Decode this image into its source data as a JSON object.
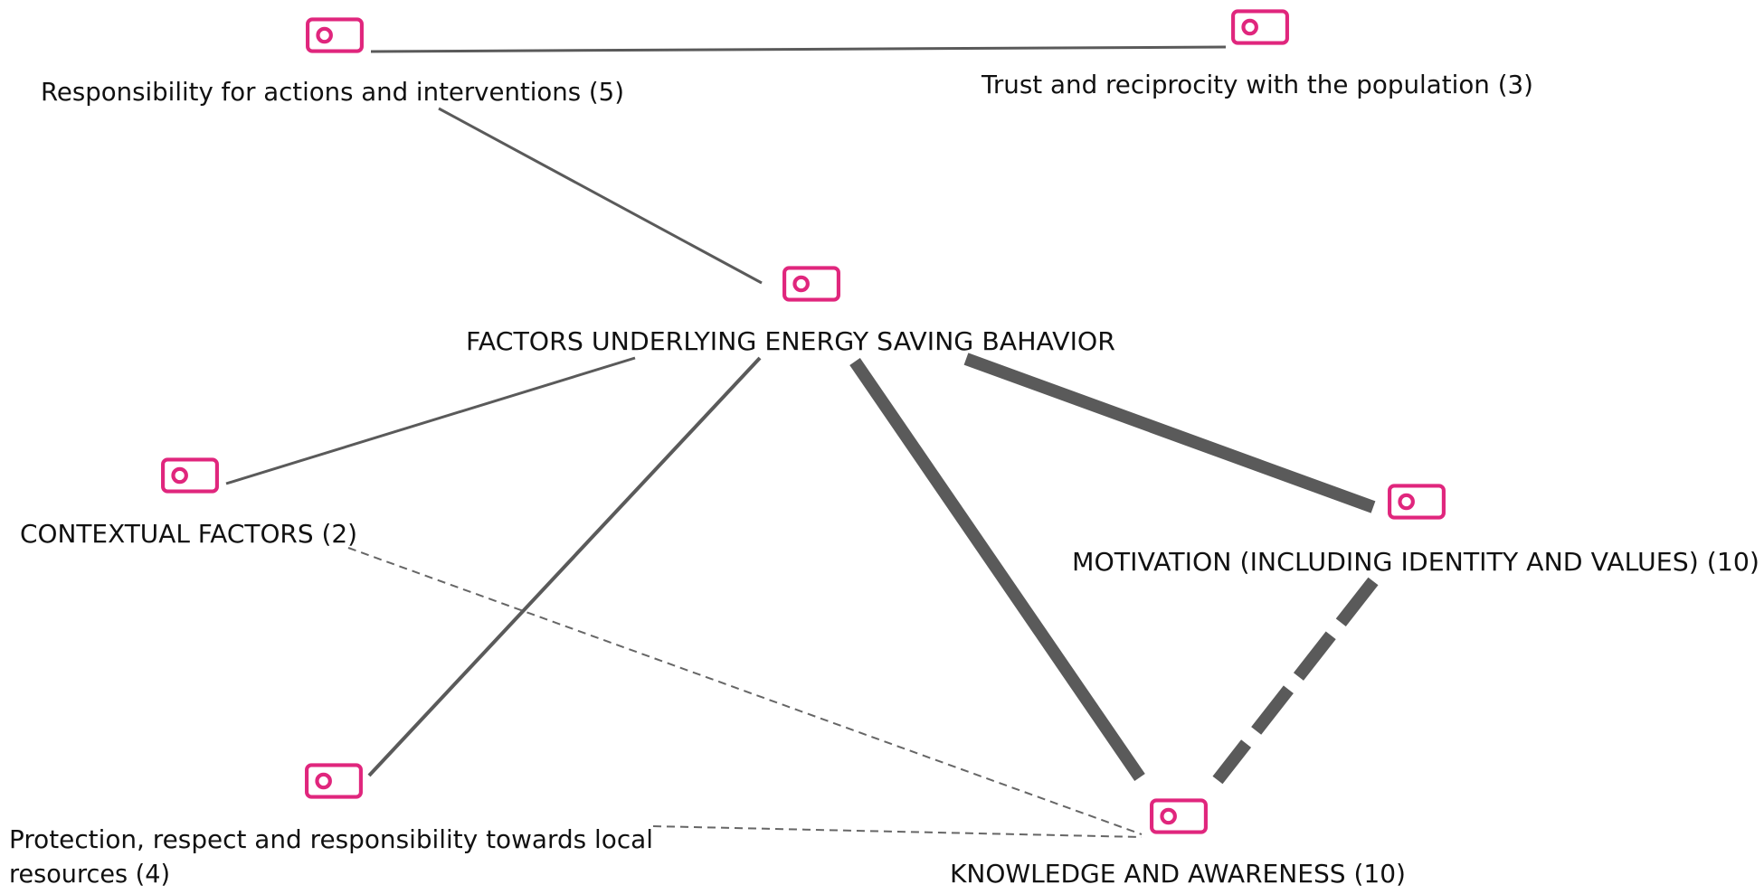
{
  "diagram": {
    "nodes": {
      "responsibility": {
        "label": "Responsibility for actions and interventions (5)",
        "icon": "code-tag-icon"
      },
      "trust": {
        "label": "Trust and reciprocity with the population (3)",
        "icon": "code-tag-icon"
      },
      "factors": {
        "label": "FACTORS UNDERLYING ENERGY SAVING BAHAVIOR",
        "icon": "code-tag-icon"
      },
      "contextual": {
        "label": "CONTEXTUAL FACTORS (2)",
        "icon": "code-tag-icon"
      },
      "motivation": {
        "label": "MOTIVATION (INCLUDING IDENTITY AND VALUES) (10)",
        "icon": "code-tag-icon"
      },
      "protection": {
        "label_line1": "Protection, respect and responsibility towards local",
        "label_line2": "resources (4)",
        "icon": "code-tag-icon"
      },
      "knowledge": {
        "label": "KNOWLEDGE AND AWARENESS (10)",
        "icon": "code-tag-icon"
      }
    },
    "colors": {
      "icon": "#e0267d",
      "edge": "#5a5a5a",
      "dashed_edge": "#666666",
      "text": "#111111"
    }
  }
}
